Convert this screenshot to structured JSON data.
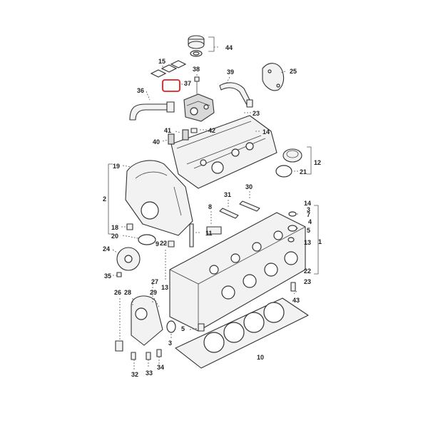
{
  "colors": {
    "line": "#333333",
    "highlight": "#e31b23"
  },
  "highlighted_callout": "37",
  "callouts": [
    {
      "id": "c44",
      "text": "44"
    },
    {
      "id": "c15",
      "text": "15"
    },
    {
      "id": "c38",
      "text": "38"
    },
    {
      "id": "c37",
      "text": "37"
    },
    {
      "id": "c39",
      "text": "39"
    },
    {
      "id": "c25",
      "text": "25"
    },
    {
      "id": "c36",
      "text": "36"
    },
    {
      "id": "c23a",
      "text": "23"
    },
    {
      "id": "c41",
      "text": "41"
    },
    {
      "id": "c42",
      "text": "42"
    },
    {
      "id": "c14a",
      "text": "14"
    },
    {
      "id": "c40",
      "text": "40"
    },
    {
      "id": "c19",
      "text": "19"
    },
    {
      "id": "c12",
      "text": "12"
    },
    {
      "id": "c21a",
      "text": "21"
    },
    {
      "id": "c2",
      "text": "2"
    },
    {
      "id": "c31",
      "text": "31"
    },
    {
      "id": "c30",
      "text": "30"
    },
    {
      "id": "c14b",
      "text": "14"
    },
    {
      "id": "c3a",
      "text": "3"
    },
    {
      "id": "c7",
      "text": "7"
    },
    {
      "id": "c8",
      "text": "8"
    },
    {
      "id": "c4",
      "text": "4"
    },
    {
      "id": "c18",
      "text": "18"
    },
    {
      "id": "c5a",
      "text": "5"
    },
    {
      "id": "c11",
      "text": "11"
    },
    {
      "id": "c20",
      "text": "20"
    },
    {
      "id": "c9",
      "text": "9"
    },
    {
      "id": "c22a",
      "text": "22"
    },
    {
      "id": "c24",
      "text": "24"
    },
    {
      "id": "c13a",
      "text": "13"
    },
    {
      "id": "c1",
      "text": "1"
    },
    {
      "id": "c35",
      "text": "35"
    },
    {
      "id": "c27",
      "text": "27"
    },
    {
      "id": "c22b",
      "text": "22"
    },
    {
      "id": "c13b",
      "text": "13"
    },
    {
      "id": "c23b",
      "text": "23"
    },
    {
      "id": "c26",
      "text": "26"
    },
    {
      "id": "c28",
      "text": "28"
    },
    {
      "id": "c29",
      "text": "29"
    },
    {
      "id": "c43",
      "text": "43"
    },
    {
      "id": "c5b",
      "text": "5"
    },
    {
      "id": "c3b",
      "text": "3"
    },
    {
      "id": "c10",
      "text": "10"
    },
    {
      "id": "c32",
      "text": "32"
    },
    {
      "id": "c33",
      "text": "33"
    },
    {
      "id": "c34",
      "text": "34"
    }
  ]
}
